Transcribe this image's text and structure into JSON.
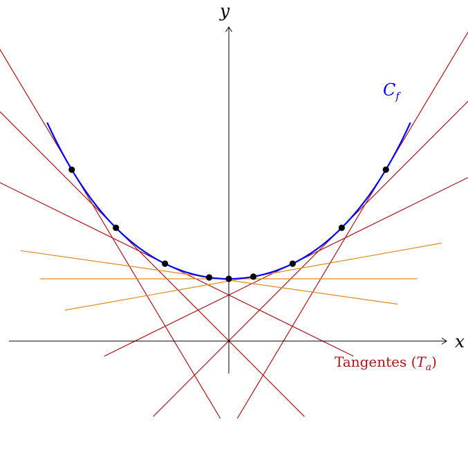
{
  "axes": {
    "x_label": "x",
    "y_label": "y"
  },
  "curve": {
    "label_main": "C",
    "label_sub": "f",
    "color": "#0000ff",
    "x_min": -1.85,
    "x_max": 1.85
  },
  "tangents": {
    "label_text": "Tangentes (",
    "label_math": "T",
    "label_sub": "a",
    "label_close": ")",
    "color_steep": "#b01313",
    "color_shallow": "#e08a19",
    "points_steep": [
      -1.6,
      -1.15,
      -0.65,
      0.65,
      1.15,
      1.6
    ],
    "points_shallow": [
      -0.2,
      0,
      0.25
    ],
    "point_color": "#000000"
  },
  "chart_data": {
    "type": "line",
    "series": [
      {
        "values": []
      }
    ],
    "curve_points_x": [
      -1.6,
      -1.15,
      -0.65,
      -0.2,
      0,
      0.25,
      0.65,
      1.15,
      1.6
    ],
    "xlim": [
      -2.1,
      2.25
    ],
    "ylim": [
      -0.35,
      3.3
    ]
  }
}
